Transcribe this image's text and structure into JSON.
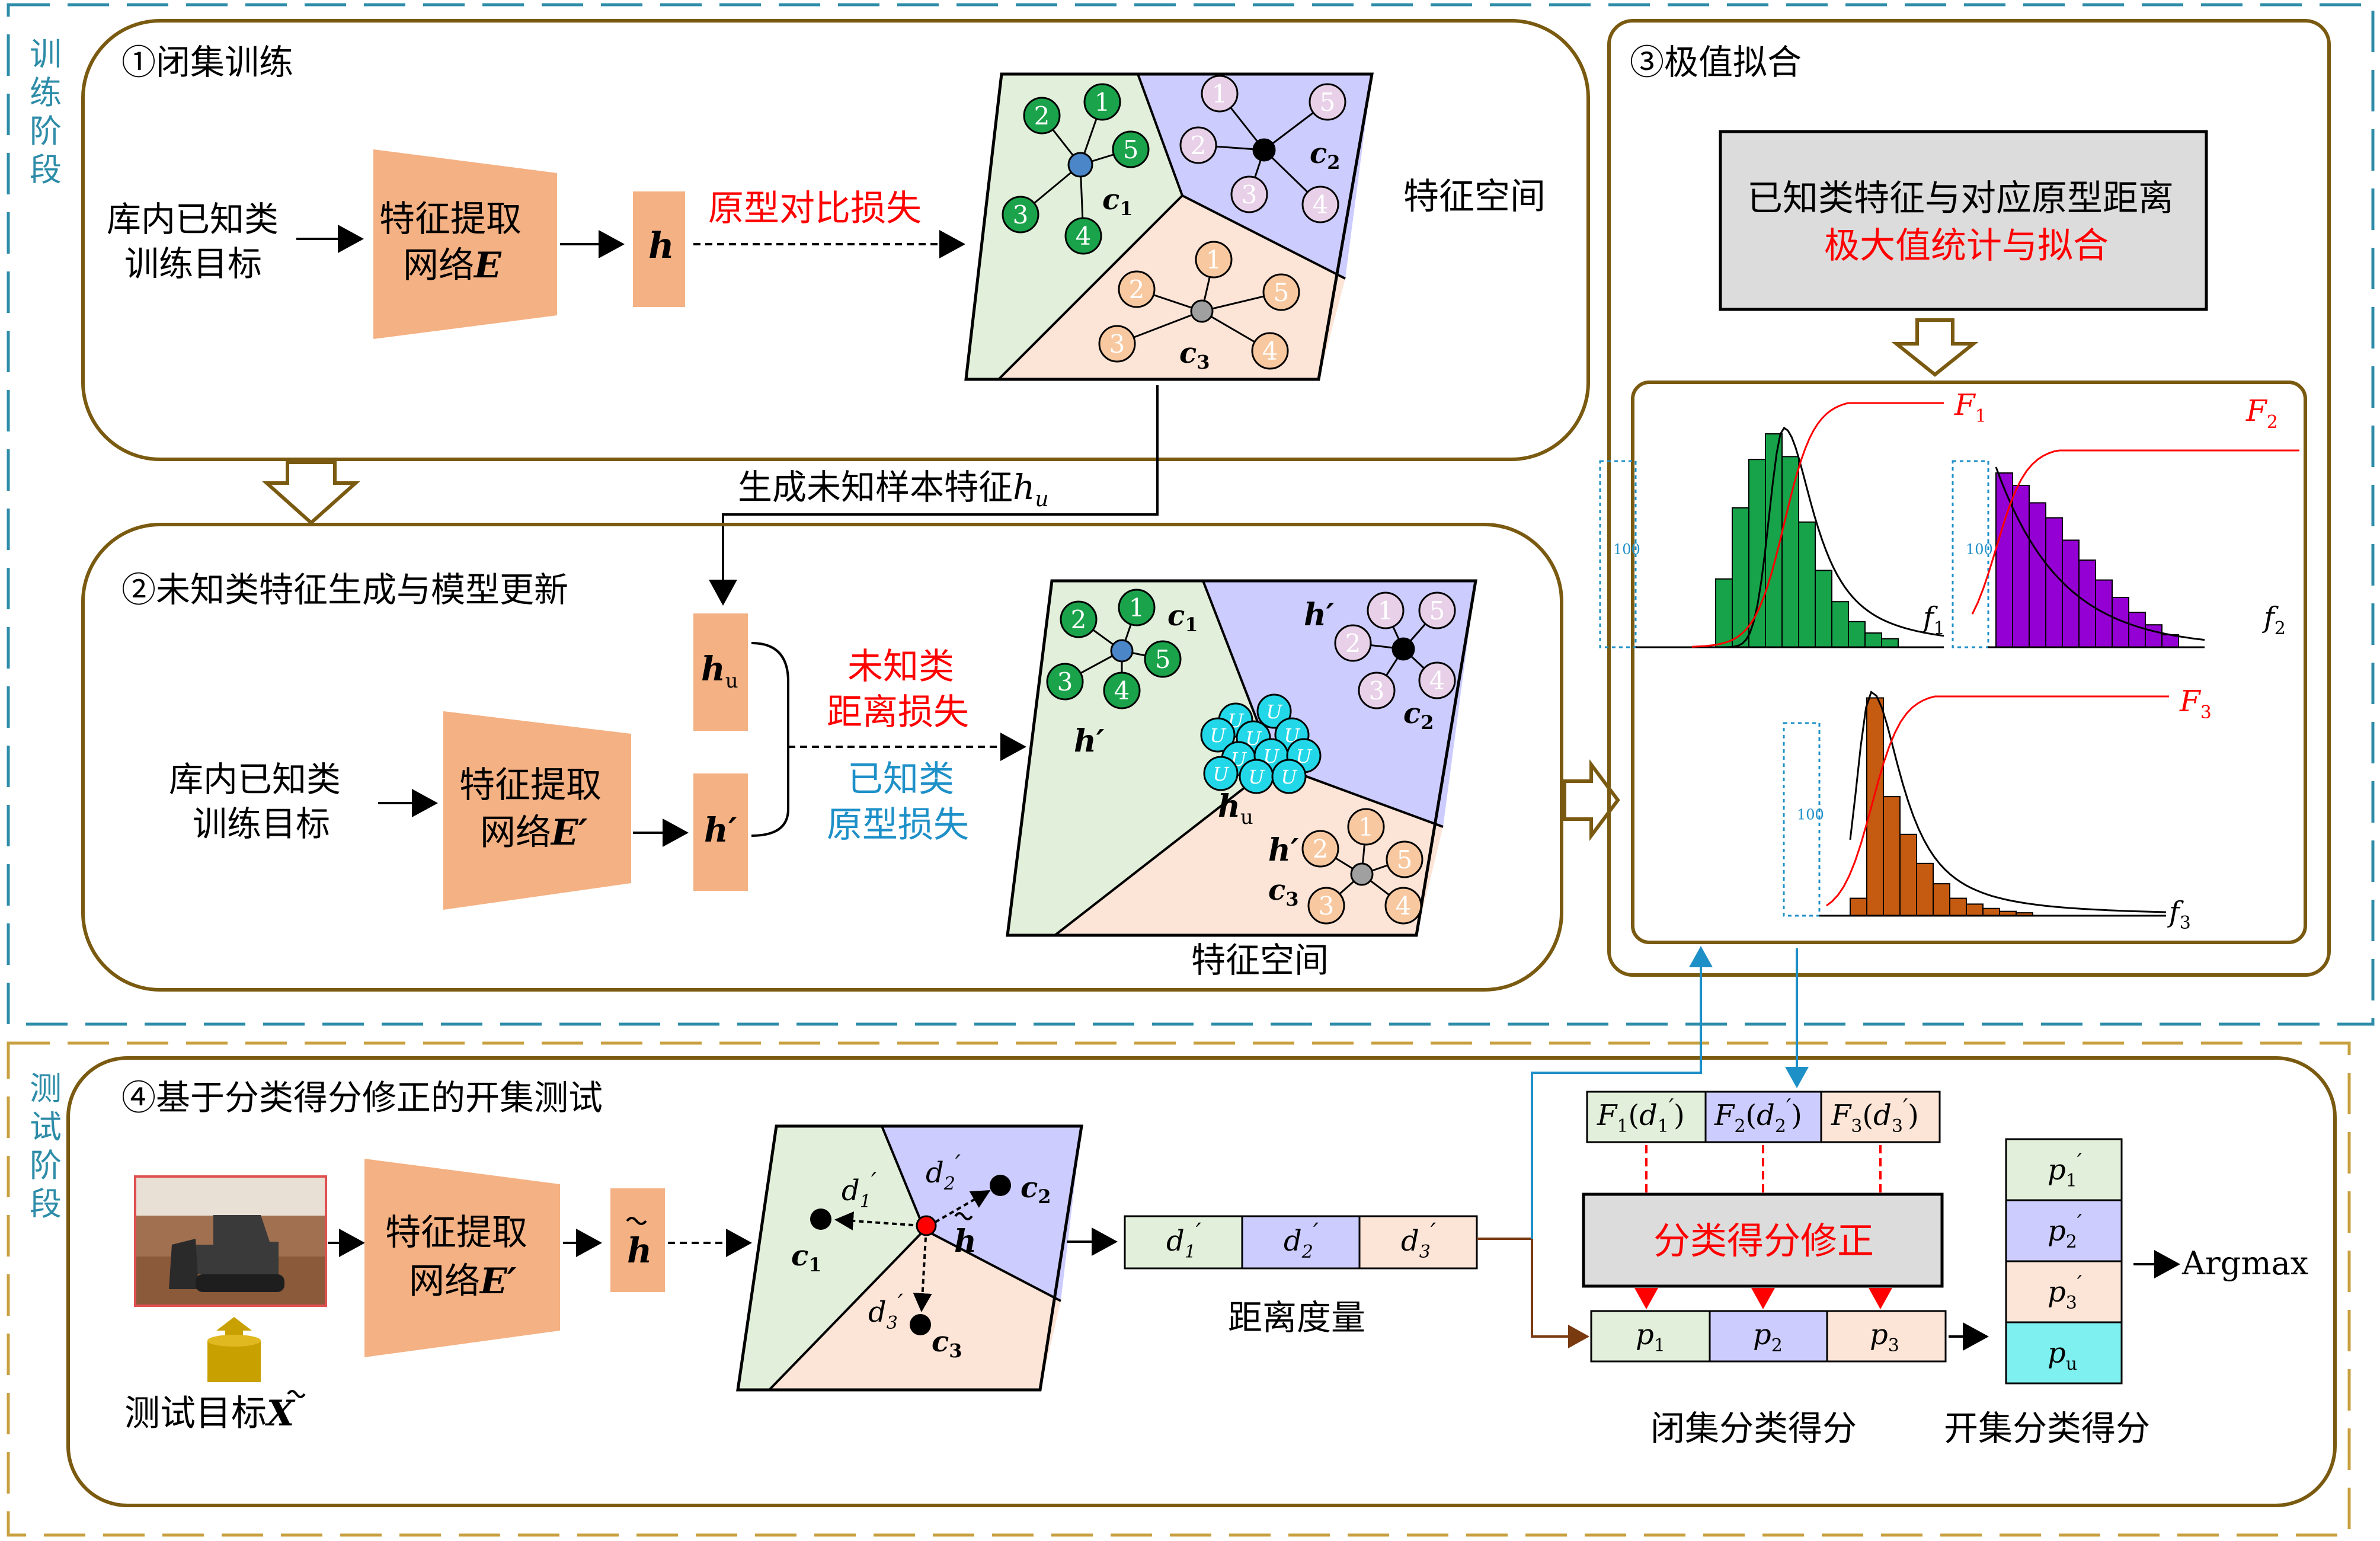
{
  "stages": {
    "train": "训练阶段",
    "test": "测试阶段"
  },
  "panel1": {
    "title": "①闭集训练",
    "input": [
      "库内已知类",
      "训练目标"
    ],
    "network": [
      "特征提取",
      "网络"
    ],
    "network_symbol": "E",
    "feature_symbol": "h",
    "loss": "原型对比损失",
    "feature_space": "特征空间",
    "prototypes": [
      "c1",
      "c2",
      "c3"
    ]
  },
  "arrow_gen": {
    "label": "生成未知样本特征",
    "symbol": "h",
    "sub": "u"
  },
  "panel2": {
    "title": "②未知类特征生成与模型更新",
    "input": [
      "库内已知类",
      "训练目标"
    ],
    "network": [
      "特征提取",
      "网络"
    ],
    "network_symbol": "E′",
    "feature_u": "h",
    "feature_u_sub": "u",
    "feature_prime": "h′",
    "loss_unknown": [
      "未知类",
      "距离损失"
    ],
    "loss_known": [
      "已知类",
      "原型损失"
    ],
    "feature_space": "特征空间",
    "unknown_marker": "U"
  },
  "panel3": {
    "title": "③极值拟合",
    "box": [
      "已知类特征与对应原型距离",
      "极大值统计与拟合"
    ],
    "plots": [
      {
        "cdf": "F",
        "sub": "1",
        "pdf": "f",
        "bars": [
          48,
          98,
          132,
          150,
          134,
          88,
          54,
          32,
          18,
          10,
          6
        ],
        "color": "#16a34a"
      },
      {
        "cdf": "F",
        "sub": "2",
        "pdf": "f",
        "bars": [
          140,
          130,
          116,
          104,
          86,
          70,
          54,
          40,
          28,
          18,
          10
        ],
        "color": "#9400d3"
      },
      {
        "cdf": "F",
        "sub": "3",
        "pdf": "f",
        "bars": [
          12,
          150,
          82,
          56,
          36,
          22,
          12,
          8,
          5,
          3,
          2
        ],
        "color": "#c55a11"
      }
    ],
    "scale_label": "100"
  },
  "panel4": {
    "title": "④基于分类得分修正的开集测试",
    "test_target": "测试目标",
    "test_symbol": "X",
    "network": [
      "特征提取",
      "网络"
    ],
    "network_symbol": "E′",
    "feature": "h",
    "distances": [
      "d1′",
      "d2′",
      "d3′"
    ],
    "distance_label": "距离度量",
    "cdf_values": [
      "F1(d1′)",
      "F2(d2′)",
      "F3(d3′)"
    ],
    "correction": "分类得分修正",
    "closed_scores": [
      "p1",
      "p2",
      "p3"
    ],
    "closed_label": "闭集分类得分",
    "open_scores": [
      "p1′",
      "p2′",
      "p3′",
      "pu"
    ],
    "open_label": "开集分类得分",
    "argmax": "Argmax"
  },
  "colors": {
    "frame": "#7a5a10",
    "net": "#f4b183",
    "green": "#e2efda",
    "purple": "#ccccff",
    "orange": "#fce4d6",
    "cyan": "#7ff0f0",
    "red": "#ff0000",
    "blue_label": "#1e90c8",
    "train_dash": "#2d8ca8",
    "test_dash": "#c8a040"
  }
}
